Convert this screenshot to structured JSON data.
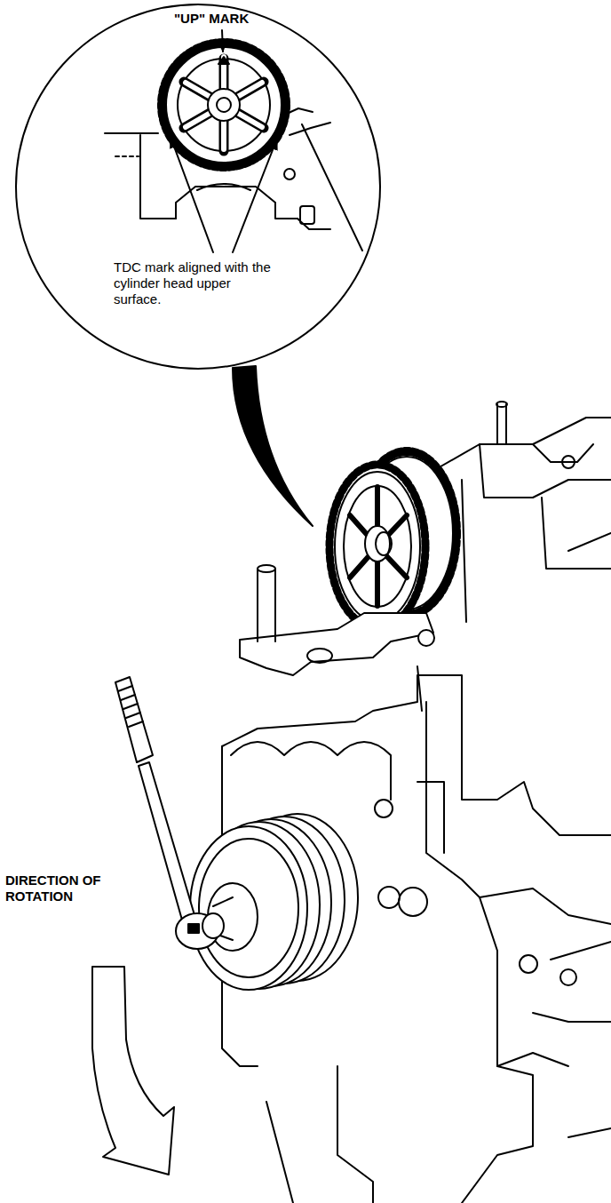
{
  "diagram": {
    "labels": [
      "\"UP\" MARK",
      "TDC mark aligned with the cylinder head upper surface.",
      "DIRECTION OF ROTATION"
    ]
  }
}
